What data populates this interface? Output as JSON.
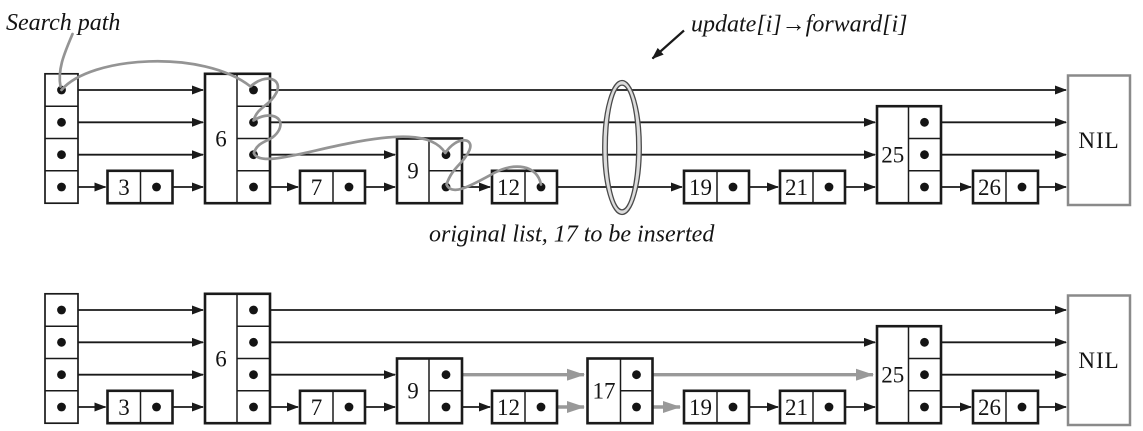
{
  "labels": {
    "search_path": "Search path",
    "update_forward": "update[i]→forward[i]",
    "caption": "original list, 17 to be inserted"
  },
  "colors": {
    "line_black": "#1a1a1a",
    "search_path_gray": "#949494",
    "new_pointer_gray": "#999999",
    "nil_border_gray": "#8a8a8a"
  },
  "top_list": {
    "nil": "NIL",
    "header_levels": 4,
    "nodes": [
      {
        "value": "3",
        "levels": 1
      },
      {
        "value": "6",
        "levels": 4
      },
      {
        "value": "7",
        "levels": 1
      },
      {
        "value": "9",
        "levels": 2
      },
      {
        "value": "12",
        "levels": 1
      },
      {
        "value": "19",
        "levels": 1
      },
      {
        "value": "21",
        "levels": 1
      },
      {
        "value": "25",
        "levels": 3
      },
      {
        "value": "26",
        "levels": 1
      }
    ]
  },
  "bottom_list": {
    "nil": "NIL",
    "header_levels": 4,
    "nodes": [
      {
        "value": "3",
        "levels": 1
      },
      {
        "value": "6",
        "levels": 4
      },
      {
        "value": "7",
        "levels": 1
      },
      {
        "value": "9",
        "levels": 2
      },
      {
        "value": "12",
        "levels": 1
      },
      {
        "value": "17",
        "levels": 2
      },
      {
        "value": "19",
        "levels": 1
      },
      {
        "value": "21",
        "levels": 1
      },
      {
        "value": "25",
        "levels": 3
      },
      {
        "value": "26",
        "levels": 1
      }
    ]
  }
}
